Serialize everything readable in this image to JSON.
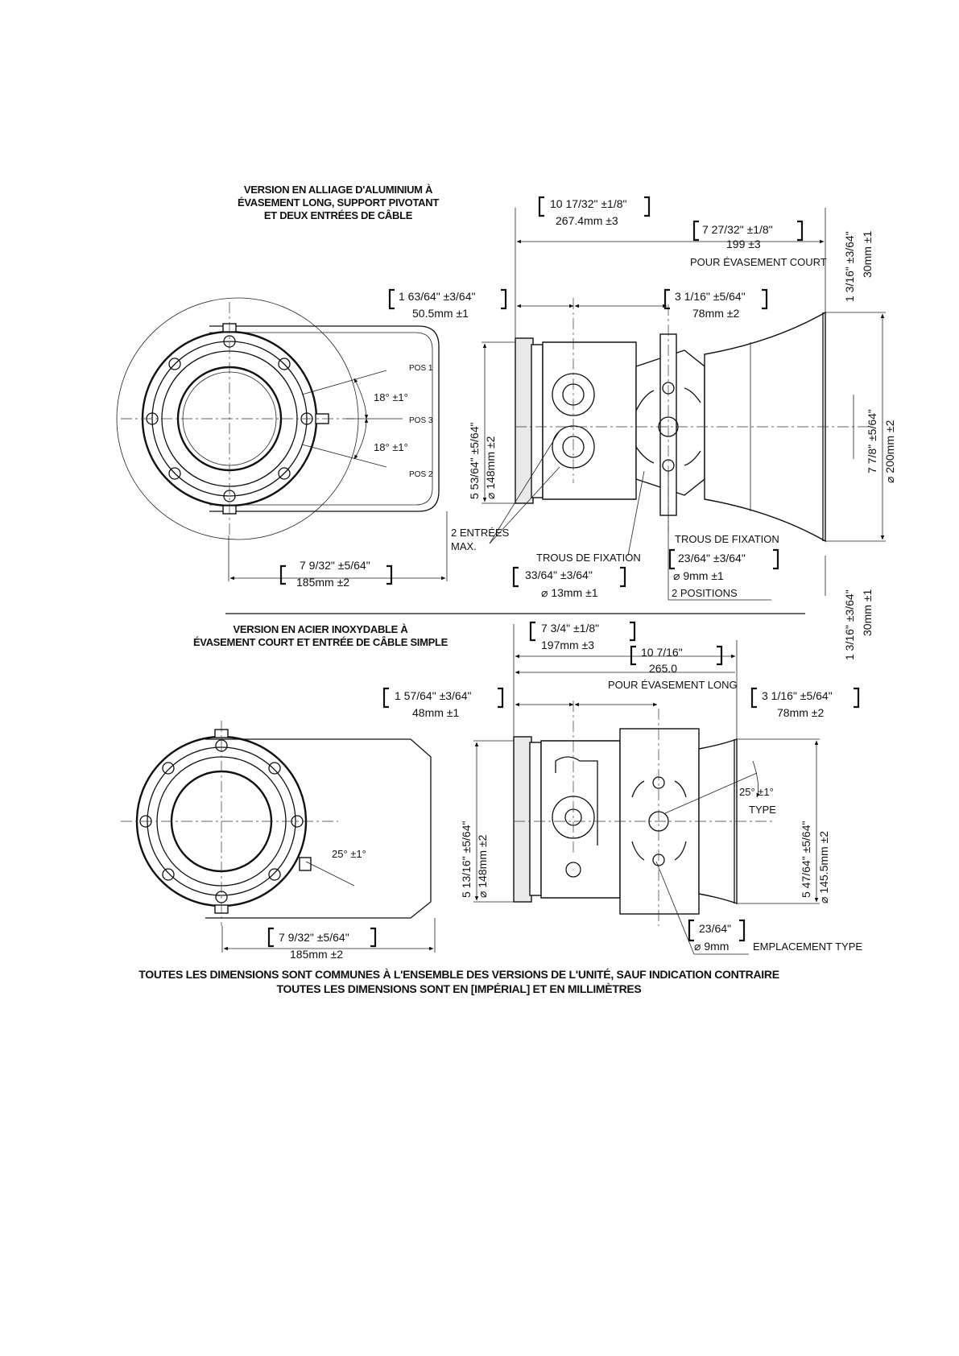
{
  "top": {
    "caption": [
      "VERSION EN ALLIAGE D'ALUMINIUM À",
      "ÉVASEMENT LONG, SUPPORT PIVOTANT",
      "ET DEUX ENTRÉES DE CÂBLE"
    ],
    "pos1": "POS 1",
    "pos3": "POS 3",
    "pos2": "POS 2",
    "angle_upper": "18°   ±1°",
    "angle_lower": "18°   ±1°",
    "front_width_in": "7 9/32\"     ±5/64\"",
    "front_width_mm": "185mm      ±2",
    "overall_in": "10 17/32\"      ±1/8\"",
    "overall_mm": "267.4mm         ±3",
    "short_in": "7 27/32\"       ±1/8\"",
    "short_mm": "199    ±3",
    "short_label": "POUR ÉVASEMENT COURT",
    "depth_in": "1 63/64\"       ±3/64\"",
    "depth_mm": "50.5mm       ±1",
    "bracket_in": "3 1/16\"       ±5/64\"",
    "bracket_mm": "78mm       ±2",
    "height_in": "5 53/64\"    ±5/64\"",
    "height_mm": "⌀  148mm       ±2",
    "horn_in": "7 7/8\"     ±5/64\"",
    "horn_mm": "⌀  200mm       ±2",
    "offset_top_in": "1 3/16\"     ±3/64\"",
    "offset_top_mm": "30mm       ±1",
    "offset_bot_in": "1 3/16\"     ±3/64\"",
    "offset_bot_mm": "30mm       ±1",
    "entries": [
      "2 ENTRÉES",
      "MAX."
    ],
    "holes1_label": "TROUS DE FIXATION",
    "holes1_in": "33/64\"      ±3/64\"",
    "holes1_mm": "⌀   13mm       ±1",
    "holes2_label": "TROUS DE FIXATION",
    "holes2_in": "23/64\"      ±3/64\"",
    "holes2_mm": "⌀   9mm       ±1",
    "holes2_note": "2 POSITIONS"
  },
  "bottom": {
    "caption": [
      "VERSION EN ACIER INOXYDABLE À",
      "ÉVASEMENT COURT ET ENTRÉE DE CÂBLE SIMPLE"
    ],
    "angle": "25°   ±1°",
    "front_width_in": "7 9/32\"     ±5/64\"",
    "front_width_mm": "185mm      ±2",
    "overall_in": "7 3/4\"      ±1/8\"",
    "overall_mm": "197mm        ±3",
    "long_in": "10 7/16\"",
    "long_mm": "265.0",
    "long_label": "POUR ÉVASEMENT LONG",
    "depth_in": "1 57/64\"       ±3/64\"",
    "depth_mm": "48mm       ±1",
    "bracket_in": "3 1/16\"       ±5/64\"",
    "bracket_mm": "78mm       ±2",
    "height_in": "5 13/16\"    ±5/64\"",
    "height_mm": "⌀  148mm       ±2",
    "horn_in": "5 47/64\"    ±5/64\"",
    "horn_mm": "⌀  145.5mm       ±2",
    "angle_type": "25°   ±1°",
    "type_label": "TYPE",
    "hole_in": "23/64\"",
    "hole_mm": "⌀   9mm",
    "hole_label": "EMPLACEMENT TYPE"
  },
  "footer": [
    "TOUTES LES DIMENSIONS SONT COMMUNES À L'ENSEMBLE DES VERSIONS DE L'UNITÉ, SAUF INDICATION CONTRAIRE",
    "TOUTES LES DIMENSIONS SONT EN [IMPÉRIAL] ET EN MILLIMÈTRES"
  ]
}
